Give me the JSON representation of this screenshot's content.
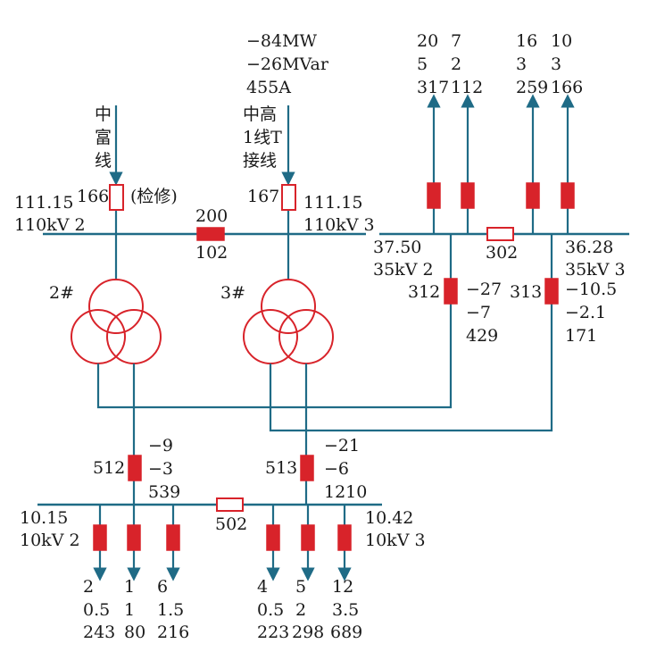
{
  "colors": {
    "line": "#1f6b86",
    "breaker": "#d8232a",
    "text": "#1a1a1a"
  },
  "line_zhongfu": {
    "name": [
      "中",
      "富",
      "线"
    ],
    "switch_label": "166",
    "switch_status": "(检修)",
    "state": "open"
  },
  "line_zhonggao": {
    "mw": "−84MW",
    "mvar": "−26MVar",
    "amps": "455A",
    "name": [
      "中高",
      "1线T",
      "接线"
    ],
    "switch_label": "167",
    "state": "open"
  },
  "bus_110_2": {
    "voltage": "111.15",
    "label": "110kV 2"
  },
  "bus_110_3": {
    "voltage": "111.15",
    "label": "110kV 3"
  },
  "coupler_110": {
    "label_top": "200",
    "label_bottom": "102",
    "state": "closed"
  },
  "bus_35_2": {
    "voltage": "37.50",
    "label": "35kV 2"
  },
  "bus_35_3": {
    "voltage": "36.28",
    "label": "35kV 3"
  },
  "coupler_35": {
    "label": "302",
    "state": "open"
  },
  "feeders_35": [
    {
      "mw": "20",
      "mvar": "5",
      "amps": "317"
    },
    {
      "mw": "7",
      "mvar": "2",
      "amps": "112"
    },
    {
      "mw": "16",
      "mvar": "3",
      "amps": "259"
    },
    {
      "mw": "10",
      "mvar": "3",
      "amps": "166"
    }
  ],
  "transformers": [
    {
      "label": "2#"
    },
    {
      "label": "3#"
    }
  ],
  "incomer_312": {
    "label": "312",
    "mw": "−27",
    "mvar": "−7",
    "amps": "429"
  },
  "incomer_313": {
    "label": "313",
    "mw": "−10.5",
    "mvar": "−2.1",
    "amps": "171"
  },
  "incomer_512": {
    "label": "512",
    "mw": "−9",
    "mvar": "−3",
    "amps": "539"
  },
  "incomer_513": {
    "label": "513",
    "mw": "−21",
    "mvar": "−6",
    "amps": "1210"
  },
  "bus_10_2": {
    "voltage": "10.15",
    "label": "10kV 2"
  },
  "bus_10_3": {
    "voltage": "10.42",
    "label": "10kV 3"
  },
  "coupler_10": {
    "label": "502",
    "state": "open"
  },
  "feeders_10": [
    {
      "mw": "2",
      "mvar": "0.5",
      "amps": "243"
    },
    {
      "mw": "1",
      "mvar": "1",
      "amps": "80"
    },
    {
      "mw": "6",
      "mvar": "1.5",
      "amps": "216"
    },
    {
      "mw": "4",
      "mvar": "0.5",
      "amps": "223"
    },
    {
      "mw": "5",
      "mvar": "2",
      "amps": "298"
    },
    {
      "mw": "12",
      "mvar": "3.5",
      "amps": "689"
    }
  ]
}
